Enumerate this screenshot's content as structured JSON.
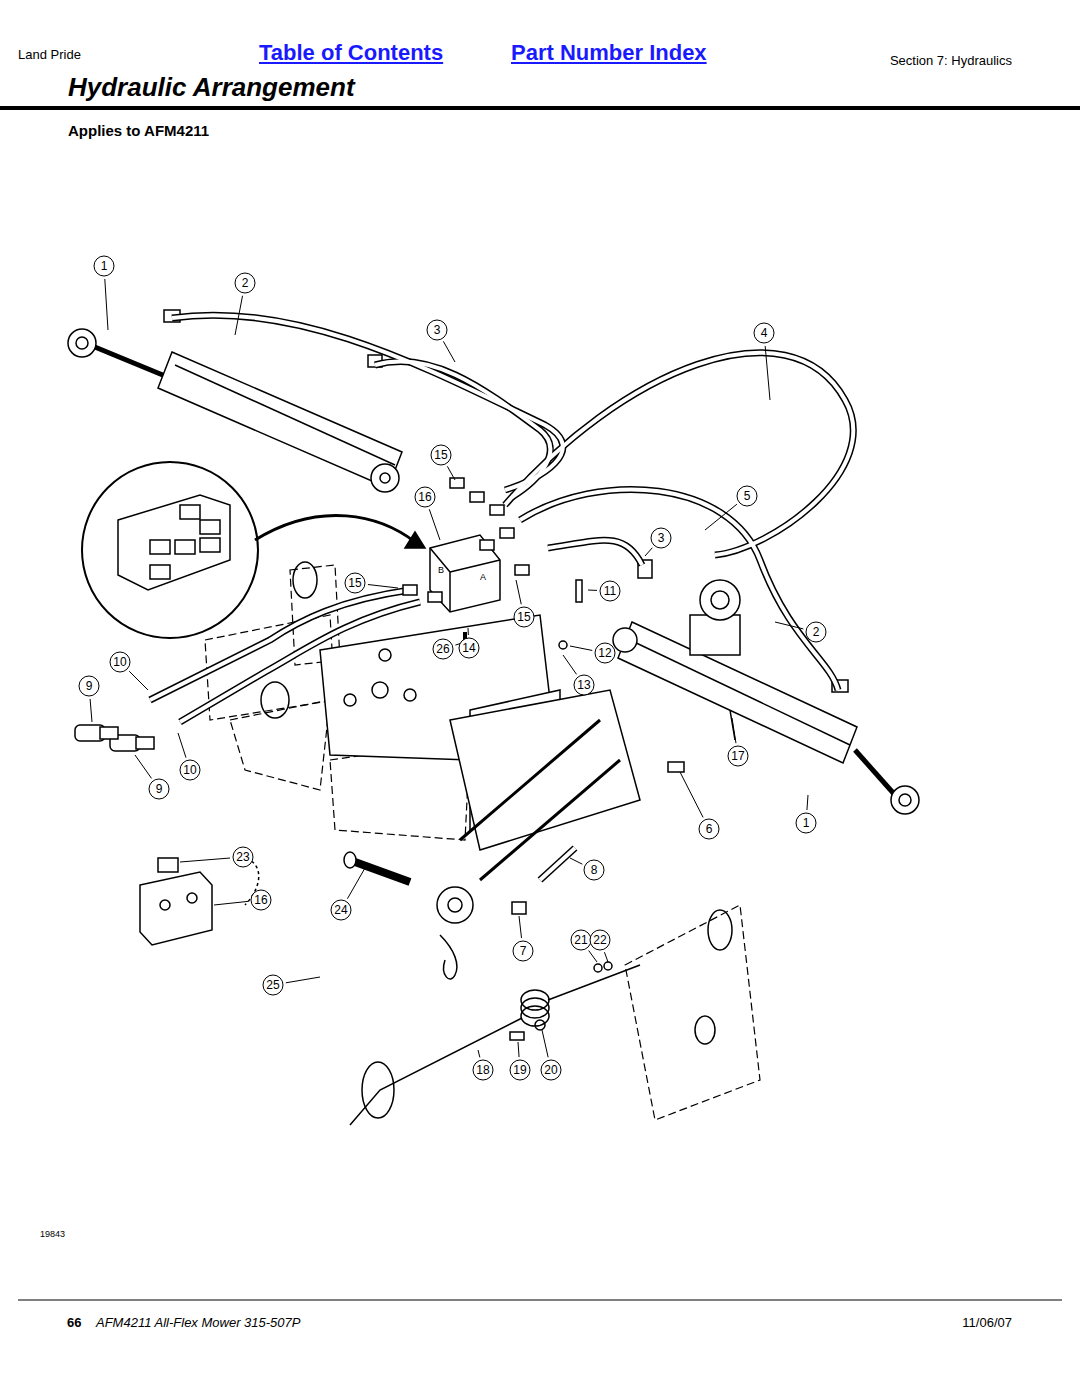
{
  "diagram": {
    "title": "Hydraulic Arrangement",
    "labels": [
      "Land Pride",
      "Table of Contents",
      "Part Number Index",
      "Section 7: Hydraulics",
      "Applies to AFM4211",
      "1",
      "2",
      "3",
      "4",
      "15",
      "16",
      "5",
      "3",
      "15",
      "11",
      "15",
      "26",
      "14",
      "12",
      "2",
      "10",
      "13",
      "9",
      "17",
      "10",
      "9",
      "6",
      "1",
      "8",
      "23",
      "16",
      "24",
      "7",
      "21",
      "22",
      "25",
      "18",
      "19",
      "20",
      "B",
      "A",
      "19843",
      "66",
      "AFM4211 All-Flex Mower 315-507P",
      "11/06/07"
    ]
  }
}
